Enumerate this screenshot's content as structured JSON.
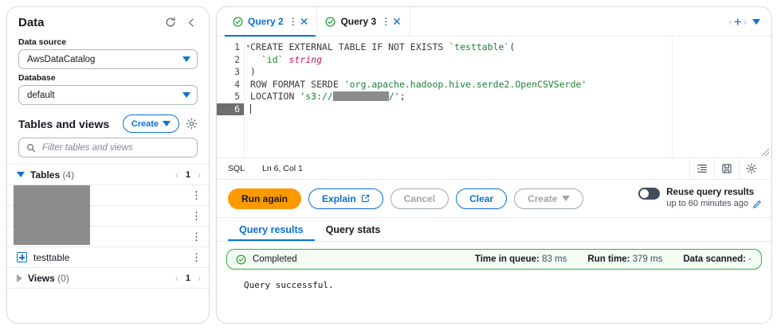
{
  "sidebar": {
    "title": "Data",
    "refresh_icon": "refresh-icon",
    "collapse_icon": "chevron-left-icon",
    "data_source": {
      "label": "Data source",
      "value": "AwsDataCatalog"
    },
    "database": {
      "label": "Database",
      "value": "default"
    },
    "tables_and_views": {
      "title": "Tables and views",
      "create_label": "Create",
      "settings_icon": "gear-icon"
    },
    "filter": {
      "placeholder": "Filter tables and views",
      "value": "",
      "icon": "search-icon"
    },
    "tables_group": {
      "label": "Tables",
      "count": "(4)",
      "page": "1"
    },
    "table_rows": [
      {
        "name": "",
        "redacted": true
      },
      {
        "name": "",
        "redacted": true
      },
      {
        "name": "",
        "redacted": true
      },
      {
        "name": "testtable",
        "redacted": false
      }
    ],
    "views_group": {
      "label": "Views",
      "count": "(0)",
      "page": "1"
    }
  },
  "editor_tabs": {
    "tabs": [
      {
        "label": "Query 2",
        "status_icon": "check-circle-icon",
        "active": true
      },
      {
        "label": "Query 3",
        "status_icon": "check-circle-icon",
        "active": false
      }
    ],
    "new_tab_icon": "plus-icon",
    "tab_menu_icon": "chevron-down-icon"
  },
  "editor": {
    "line_numbers": [
      "1",
      "2",
      "3",
      "4",
      "5",
      "6"
    ],
    "active_line": "6",
    "lines": [
      [
        {
          "t": "CREATE EXTERNAL TABLE IF NOT EXISTS ",
          "c": "k"
        },
        {
          "t": "`testtable`",
          "c": "s"
        },
        {
          "t": "(",
          "c": "k"
        }
      ],
      [
        {
          "t": "  ",
          "c": "k"
        },
        {
          "t": "`id`",
          "c": "s"
        },
        {
          "t": " ",
          "c": "k"
        },
        {
          "t": "string",
          "c": "t"
        }
      ],
      [
        {
          "t": ")",
          "c": "k"
        }
      ],
      [
        {
          "t": "ROW FORMAT SERDE ",
          "c": "k"
        },
        {
          "t": "'org.apache.hadoop.hive.serde2.OpenCSVSerde'",
          "c": "s"
        }
      ],
      [
        {
          "t": "LOCATION ",
          "c": "k"
        },
        {
          "t": "'s3://",
          "c": "s"
        },
        {
          "t": "",
          "c": "redacted"
        },
        {
          "t": "/'",
          "c": "s"
        },
        {
          "t": ";",
          "c": "k"
        }
      ],
      []
    ]
  },
  "status_bar": {
    "language": "SQL",
    "cursor": "Ln 6, Col 1",
    "icons": [
      "format-indent-icon",
      "save-icon",
      "gear-icon"
    ]
  },
  "actions": {
    "run_again": "Run again",
    "explain": "Explain",
    "explain_icon": "external-link-icon",
    "cancel": "Cancel",
    "clear": "Clear",
    "create": "Create",
    "create_caret": "chevron-down-icon",
    "reuse": {
      "label": "Reuse query results",
      "sublabel": "up to 60 minutes ago",
      "edit_icon": "pencil-icon",
      "enabled": false
    }
  },
  "results": {
    "tabs": [
      {
        "label": "Query results",
        "active": true
      },
      {
        "label": "Query stats",
        "active": false
      }
    ],
    "alert": {
      "icon": "check-circle-icon",
      "status": "Completed",
      "stats": [
        {
          "label": "Time in queue:",
          "value": "83 ms"
        },
        {
          "label": "Run time:",
          "value": "379 ms"
        },
        {
          "label": "Data scanned:",
          "value": "-"
        }
      ]
    },
    "message": "Query successful."
  },
  "colors": {
    "accent_blue": "#0972d3",
    "orange": "#ff9900",
    "success_green": "#2bb534",
    "success_bg": "#f2fcf3",
    "text": "#16191f",
    "muted": "#5f6b7a",
    "border": "#d5dbdb",
    "redaction": "#8c8c8c",
    "code_string": "#1a7f37",
    "code_type": "#c2185b"
  }
}
